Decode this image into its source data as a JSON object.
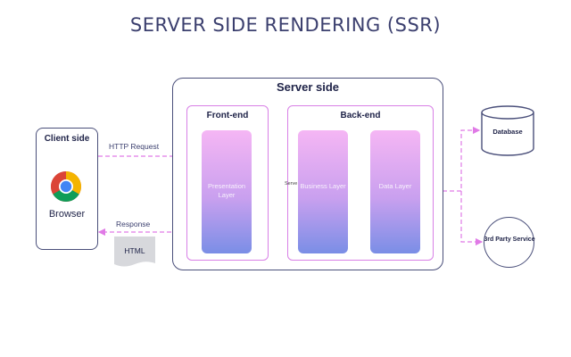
{
  "diagram": {
    "title": "SERVER SIDE RENDERING (SSR)",
    "client": {
      "title": "Client side",
      "browser_label": "Browser"
    },
    "server": {
      "title": "Server side",
      "frontend": {
        "title": "Front-end",
        "presentation_layer": "Presentation Layer"
      },
      "backend": {
        "title": "Back-end",
        "business_layer": "Business Layer",
        "data_layer": "Data Layer"
      },
      "stray_text": "Serve"
    },
    "arrows": {
      "request_label": "HTTP Request",
      "response_label": "Response"
    },
    "html_doc_label": "HTML",
    "database_label": "Database",
    "third_party_label": "3rd Party Service"
  },
  "colors": {
    "title": "#3b3f6e",
    "outline": "#4a4f7a",
    "accent_border": "#d880e6",
    "connector": "#e07ae6",
    "layer_top": "#f5b6f4",
    "layer_bottom": "#7a8ee6"
  },
  "icons": {
    "browser": "chrome-icon",
    "database": "database-cylinder-icon",
    "document": "html-document-icon"
  }
}
